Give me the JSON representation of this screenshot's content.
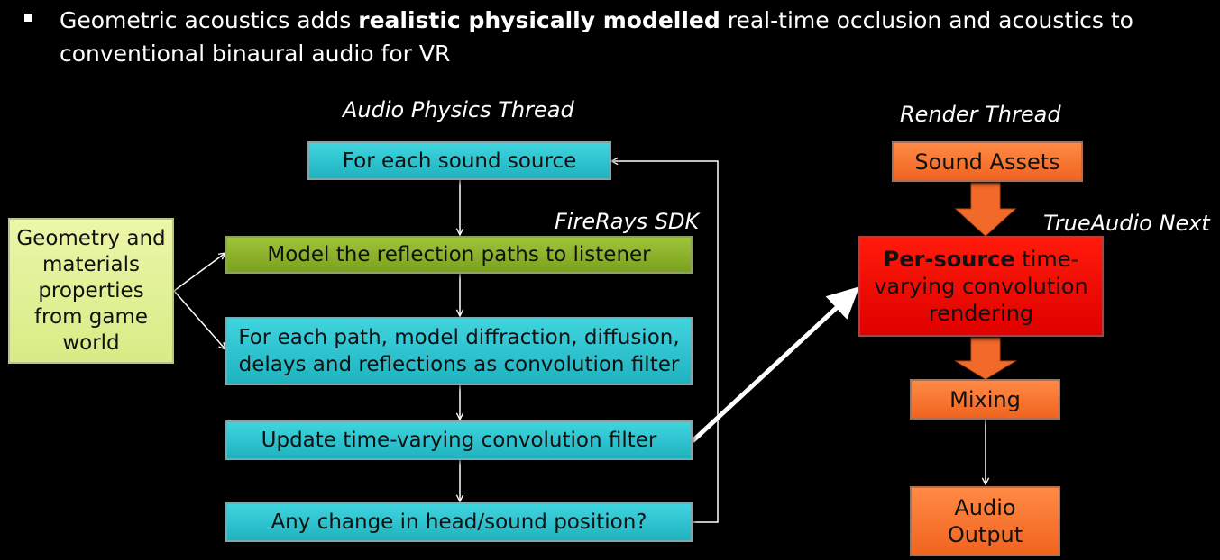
{
  "bullet": {
    "text_before": "Geometric acoustics adds ",
    "text_bold": "realistic physically modelled",
    "text_after": " real-time occlusion and acoustics to conventional binaural audio for VR"
  },
  "labels": {
    "audio_physics_thread": "Audio Physics Thread",
    "firerays_sdk": "FireRays SDK",
    "render_thread": "Render Thread",
    "trueaudio_next": "TrueAudio Next"
  },
  "boxes": {
    "geometry_materials": "Geometry and materials properties from game world",
    "for_each_source": "For each sound source",
    "model_reflection": "Model the reflection paths to listener",
    "model_diffraction": "For each path, model diffraction, diffusion, delays and reflections as convolution filter",
    "update_filter": "Update time-varying convolution filter",
    "any_change": "Any change in head/sound position?",
    "sound_assets": "Sound Assets",
    "per_source_bold": "Per-source",
    "per_source_rest": " time-varying convolution rendering",
    "mixing": "Mixing",
    "audio_output": "Audio Output"
  },
  "colors": {
    "background": "#000000",
    "cyan_box": "#1fb3c0",
    "olive_box": "#7aa11f",
    "yellow_box": "#d6ec86",
    "orange_box": "#f0641f",
    "red_box": "#e00000",
    "arrow_block": "#f26a2a",
    "connector": "#ffffff"
  }
}
